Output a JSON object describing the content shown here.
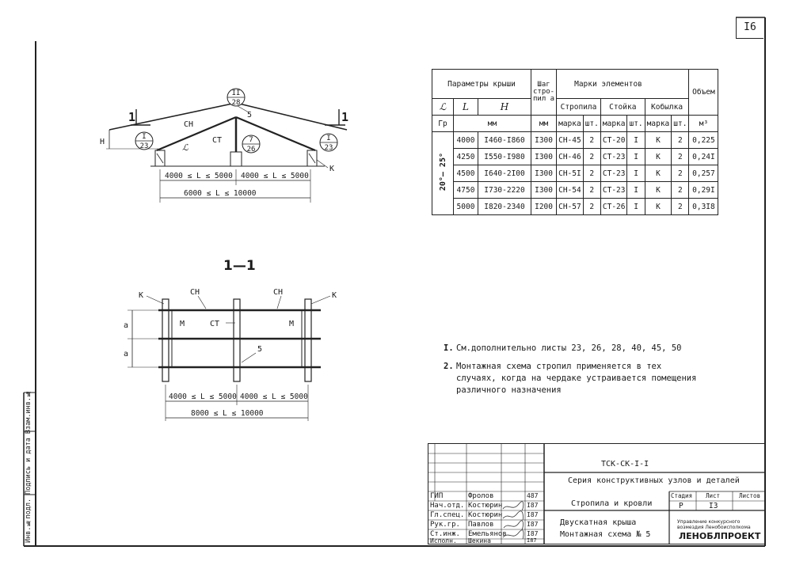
{
  "sheet_number": "I6",
  "section_label": "1—1",
  "marker_1": "1",
  "elevation": {
    "labels": {
      "sn": "СН",
      "st": "СТ",
      "k": "К",
      "five": "5",
      "h": "Н",
      "l_script": "ℒ"
    },
    "callouts": [
      {
        "top": "I",
        "bottom": "23"
      },
      {
        "top": "II",
        "bottom": "28"
      },
      {
        "top": "7",
        "bottom": "26"
      },
      {
        "top": "I",
        "bottom": "23"
      }
    ],
    "dims": {
      "half_left": "4000 ≤ L ≤ 5000",
      "half_right": "4000 ≤ L ≤ 5000",
      "total": "6000 ≤ L ≤ 10000"
    }
  },
  "plan": {
    "labels": {
      "k_left": "К",
      "k_right": "К",
      "sn_left": "СН",
      "sn_right": "СН",
      "m_left": "М",
      "m_right": "М",
      "st": "СТ",
      "five": "5",
      "a1": "а",
      "a2": "а"
    },
    "dims": {
      "half_left": "4000 ≤ L ≤ 5000",
      "half_right": "4000 ≤ L ≤ 5000",
      "total": "8000 ≤ L ≤ 10000"
    }
  },
  "table": {
    "h_params": "Параметры крыши",
    "h_step": "Шаг стро- пил а",
    "h_marks": "Марки элементов",
    "h_volume": "Объем",
    "h_alpha": "ℒ",
    "h_L": "L",
    "h_H": "H",
    "h_rafter": "Стропила",
    "h_post": "Стойка",
    "h_bracket": "Кобылка",
    "u_gr": "Гр",
    "u_mm": "мм",
    "u_mm2": "мм",
    "u_mark1": "марка",
    "u_pcs1": "шт.",
    "u_mark2": "марка",
    "u_pcs2": "шт.",
    "u_mark3": "марка",
    "u_pcs3": "шт.",
    "u_m3": "м³",
    "angle": "20°— 25°",
    "rows": [
      {
        "L": "4000",
        "H": "I460-I860",
        "a": "I300",
        "rafter": "СН-45",
        "rq": "2",
        "post": "СТ-20",
        "pq": "I",
        "br": "К",
        "bq": "2",
        "vol": "0,225"
      },
      {
        "L": "4250",
        "H": "I550-I980",
        "a": "I300",
        "rafter": "СН-46",
        "rq": "2",
        "post": "СТ-23",
        "pq": "I",
        "br": "К",
        "bq": "2",
        "vol": "0,24I"
      },
      {
        "L": "4500",
        "H": "I640-2I00",
        "a": "I300",
        "rafter": "СН-5I",
        "rq": "2",
        "post": "СТ-23",
        "pq": "I",
        "br": "К",
        "bq": "2",
        "vol": "0,257"
      },
      {
        "L": "4750",
        "H": "I730-2220",
        "a": "I300",
        "rafter": "СН-54",
        "rq": "2",
        "post": "СТ-23",
        "pq": "I",
        "br": "К",
        "bq": "2",
        "vol": "0,29I"
      },
      {
        "L": "5000",
        "H": "I820-2340",
        "a": "I200",
        "rafter": "СН-57",
        "rq": "2",
        "post": "СТ-26",
        "pq": "I",
        "br": "К",
        "bq": "2",
        "vol": "0,3I8"
      }
    ]
  },
  "notes": [
    {
      "num": "I.",
      "text": "См.дополнительно листы 23, 26, 28, 40, 45, 50"
    },
    {
      "num": "2.",
      "text": "Монтажная схема стропил применяется в тех случаях, когда на чердаке устраивается помещения различного назначения"
    }
  ],
  "title_block": {
    "code": "ТСК-СК-I-I",
    "series": "Серия конструктивных узлов и деталей",
    "part": "Стропила и кровли",
    "stage_label": "Стадия",
    "sheet_label": "Лист",
    "sheets_label": "Листов",
    "stage": "Р",
    "sheet": "I3",
    "title_line1": "Двускатная крыша",
    "title_line2": "Монтажная схема № 5",
    "org_line1": "Управление конкурсного",
    "org_line2": "возмездия Ленобоисполкома",
    "org": "ЛЕНОБЛПРОЕКТ",
    "staff": [
      {
        "role": "ГИП",
        "name": "Фролов",
        "date": "487"
      },
      {
        "role": "Нач.отд.",
        "name": "Костюрин",
        "date": "I87"
      },
      {
        "role": "Гл.спец.",
        "name": "Костюрин",
        "date": "I87"
      },
      {
        "role": "Рук.гр.",
        "name": "Павлов",
        "date": "I87"
      },
      {
        "role": "Ст.инж.",
        "name": "Емельянов",
        "date": "I87"
      },
      {
        "role": "Исполн.",
        "name": "Шекина",
        "date": "I87"
      }
    ]
  },
  "side_stamp": "Инв.№подл. Подпись и дата Взам.инв.№"
}
